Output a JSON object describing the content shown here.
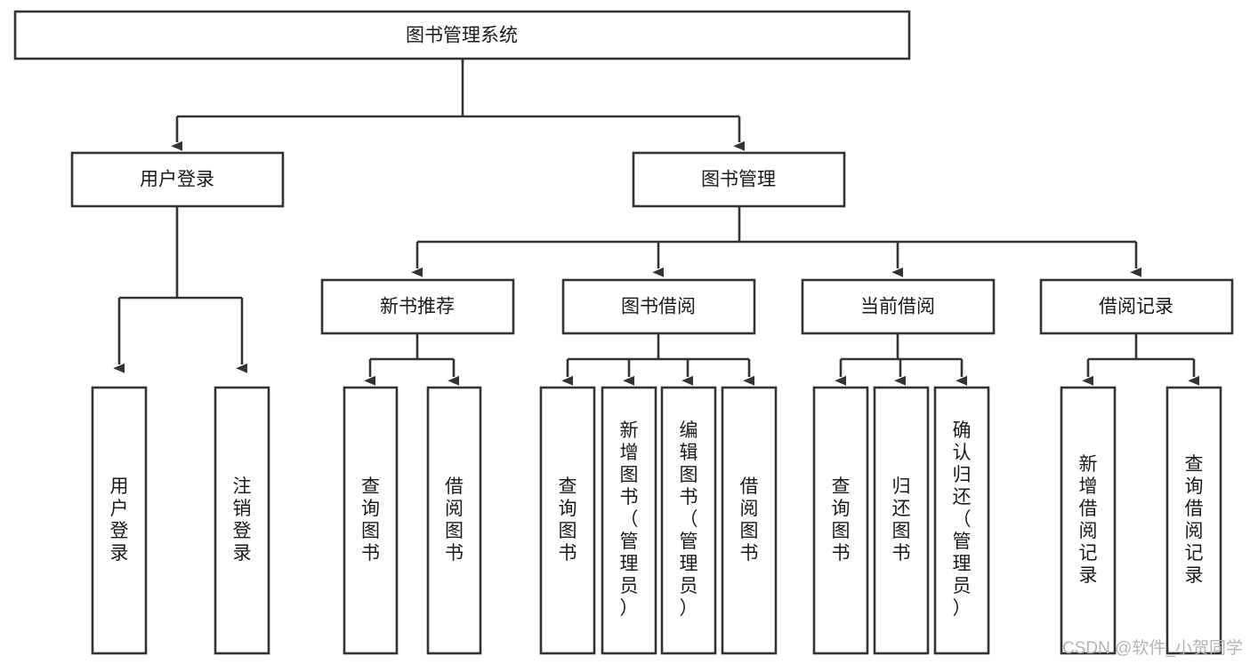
{
  "diagram": {
    "title": "图书管理系统",
    "type": "hierarchy-tree",
    "watermark": "CSDN @软件_小贺同学",
    "colors": {
      "stroke": "#333333",
      "fill": "#ffffff",
      "text": "#1a1a1a",
      "watermark": "#b4b4b4"
    },
    "root": {
      "label": "图书管理系统"
    },
    "level2": [
      {
        "label": "用户登录"
      },
      {
        "label": "图书管理"
      }
    ],
    "level3": [
      {
        "label": "新书推荐"
      },
      {
        "label": "图书借阅"
      },
      {
        "label": "当前借阅"
      },
      {
        "label": "借阅记录"
      }
    ],
    "leaves": {
      "user_login": [
        {
          "label": "用户登录",
          "chars": [
            "用",
            "户",
            "登",
            "录"
          ]
        },
        {
          "label": "注销登录",
          "chars": [
            "注",
            "销",
            "登",
            "录"
          ]
        }
      ],
      "new_book_recommend": [
        {
          "label": "查询图书",
          "chars": [
            "查",
            "询",
            "图",
            "书"
          ]
        },
        {
          "label": "借阅图书",
          "chars": [
            "借",
            "阅",
            "图",
            "书"
          ]
        }
      ],
      "book_borrow": [
        {
          "label": "查询图书",
          "chars": [
            "查",
            "询",
            "图",
            "书"
          ]
        },
        {
          "label": "新增图书（管理员）",
          "chars": [
            "新",
            "增",
            "图",
            "书",
            "（",
            "管",
            "理",
            "员",
            "）"
          ]
        },
        {
          "label": "编辑图书（管理员）",
          "chars": [
            "编",
            "辑",
            "图",
            "书",
            "（",
            "管",
            "理",
            "员",
            "）"
          ]
        },
        {
          "label": "借阅图书",
          "chars": [
            "借",
            "阅",
            "图",
            "书"
          ]
        }
      ],
      "current_borrow": [
        {
          "label": "查询图书",
          "chars": [
            "查",
            "询",
            "图",
            "书"
          ]
        },
        {
          "label": "归还图书",
          "chars": [
            "归",
            "还",
            "图",
            "书"
          ]
        },
        {
          "label": "确认归还（管理员）",
          "chars": [
            "确",
            "认",
            "归",
            "还",
            "（",
            "管",
            "理",
            "员",
            "）"
          ]
        }
      ],
      "borrow_record": [
        {
          "label": "新增借阅记录",
          "chars": [
            "新",
            "增",
            "借",
            "阅",
            "记",
            "录"
          ]
        },
        {
          "label": "查询借阅记录",
          "chars": [
            "查",
            "询",
            "借",
            "阅",
            "记",
            "录"
          ]
        }
      ]
    }
  }
}
